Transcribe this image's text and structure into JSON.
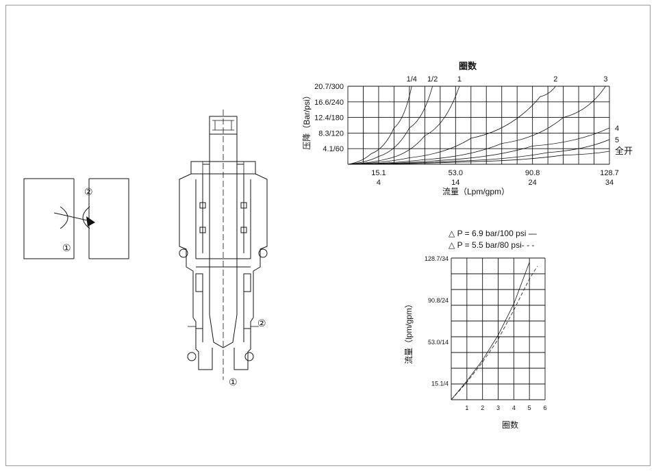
{
  "symbol": {
    "port1": "①",
    "port2": "②"
  },
  "section": {
    "port1": "①",
    "port2": "②"
  },
  "chart_data": [
    {
      "type": "line",
      "title": "圈数",
      "xlabel": "流量（Lpm/gpm）",
      "ylabel": "压降（Bar/psi）",
      "y_ticks": [
        "20.7/300",
        "16.6/240",
        "12.4/180",
        "8.3/120",
        "4.1/60"
      ],
      "x_ticks": [
        {
          "top": "15.1",
          "bottom": "4"
        },
        {
          "top": "53.0",
          "bottom": "14"
        },
        {
          "top": "90.8",
          "bottom": "24"
        },
        {
          "top": "128.7",
          "bottom": "34"
        }
      ],
      "xlim": [
        0,
        34
      ],
      "ylim": [
        0,
        300
      ],
      "grid": true,
      "series": [
        {
          "name": "1/4",
          "label_pos": "top",
          "points": [
            [
              0,
              0
            ],
            [
              3,
              40
            ],
            [
              6,
              140
            ],
            [
              8.3,
              300
            ]
          ]
        },
        {
          "name": "1/2",
          "label_pos": "top",
          "points": [
            [
              0,
              0
            ],
            [
              4,
              30
            ],
            [
              8,
              140
            ],
            [
              11,
              300
            ]
          ]
        },
        {
          "name": "1",
          "label_pos": "top",
          "points": [
            [
              0,
              0
            ],
            [
              5,
              20
            ],
            [
              10,
              110
            ],
            [
              14.5,
              300
            ]
          ]
        },
        {
          "name": "2",
          "label_pos": "top",
          "points": [
            [
              0,
              0
            ],
            [
              8,
              25
            ],
            [
              16,
              100
            ],
            [
              25,
              260
            ],
            [
              27,
              300
            ]
          ]
        },
        {
          "name": "3",
          "label_pos": "top",
          "points": [
            [
              0,
              0
            ],
            [
              10,
              18
            ],
            [
              20,
              80
            ],
            [
              28,
              180
            ],
            [
              33.5,
              300
            ]
          ]
        },
        {
          "name": "4",
          "label_pos": "right",
          "points": [
            [
              0,
              0
            ],
            [
              12,
              15
            ],
            [
              24,
              70
            ],
            [
              34,
              140
            ]
          ]
        },
        {
          "name": "5",
          "label_pos": "right",
          "points": [
            [
              0,
              0
            ],
            [
              14,
              12
            ],
            [
              26,
              45
            ],
            [
              34,
              95
            ]
          ]
        },
        {
          "name": "全开",
          "label_pos": "right",
          "points": [
            [
              0,
              0
            ],
            [
              16,
              10
            ],
            [
              28,
              35
            ],
            [
              34,
              50
            ]
          ]
        }
      ]
    },
    {
      "type": "line",
      "xlabel": "圈数",
      "ylabel": "流量（lpm/gpm）",
      "x_ticks": [
        "1",
        "2",
        "3",
        "4",
        "5",
        "6"
      ],
      "y_ticks": [
        "128.7/34",
        "90.8/24",
        "53.0/14",
        "15.1/4"
      ],
      "xlim": [
        0,
        6
      ],
      "ylim": [
        0,
        34
      ],
      "grid": true,
      "legend": [
        {
          "text": "△ P  = 6.9 bar/100 psi —",
          "style": "solid"
        },
        {
          "text": "△ P  = 5.5 bar/80 psi- - -",
          "style": "dashed"
        }
      ],
      "series": [
        {
          "style": "solid",
          "points": [
            [
              0,
              0
            ],
            [
              1,
              4.5
            ],
            [
              2,
              9.5
            ],
            [
              3,
              15.5
            ],
            [
              4,
              23
            ],
            [
              5,
              33
            ]
          ]
        },
        {
          "style": "dashed",
          "points": [
            [
              0,
              0
            ],
            [
              1,
              4.2
            ],
            [
              2,
              9
            ],
            [
              3,
              14.5
            ],
            [
              4,
              21.5
            ],
            [
              5,
              29
            ],
            [
              5.5,
              32
            ]
          ]
        }
      ]
    }
  ]
}
